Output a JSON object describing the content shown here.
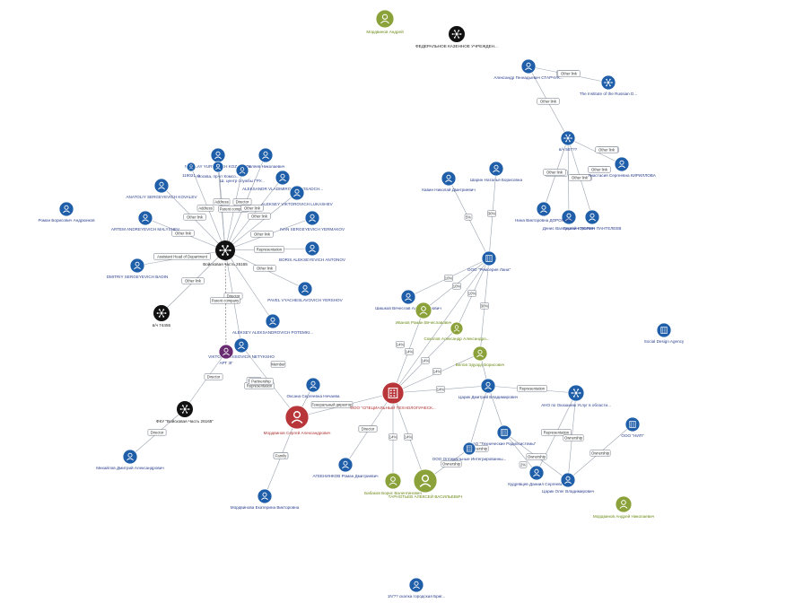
{
  "colors": {
    "person": "#1f5ea8",
    "org": "#1f5ea8",
    "hub": "#111111",
    "green": "#8ba23a",
    "red": "#b8353a",
    "purple": "#6a2c70",
    "edge": "#9aa3b0"
  },
  "nodes": [
    {
      "id": "mord1",
      "label": "Мордвинов Андрей",
      "type": "person",
      "color": "green"
    },
    {
      "id": "fku_top",
      "label": "ФЕДЕРАЛЬНОЕ КАЗЕННОЕ УЧРЕЖДЕН...",
      "type": "hub",
      "color": "hub"
    },
    {
      "id": "star",
      "label": "Александр Геннадьевич СТАРЧУК...",
      "type": "person",
      "color": "person"
    },
    {
      "id": "inst",
      "label": "The Institute of the Russian D...",
      "type": "hub",
      "color": "person"
    },
    {
      "id": "vch3",
      "label": "в/ч 56???",
      "type": "hub",
      "color": "person"
    },
    {
      "id": "kir",
      "label": "Анастасия Сергеевна КИРИЛЛОВА",
      "type": "person",
      "color": "person"
    },
    {
      "id": "pan",
      "label": "Сергей Юрьевич ПАНТЕЛЕЕВ",
      "type": "person",
      "color": "person"
    },
    {
      "id": "tyur",
      "label": "Денис Валерьевич ТЮРИН",
      "type": "person",
      "color": "person"
    },
    {
      "id": "dor",
      "label": "Нина Викторовна ДОРОХОВА",
      "type": "person",
      "color": "person"
    },
    {
      "id": "kaz",
      "label": "Кавин Николай Дмитриевич",
      "type": "person",
      "color": "person"
    },
    {
      "id": "sham",
      "label": "Шарин Наталья Борисовна",
      "type": "person",
      "color": "person"
    },
    {
      "id": "rem",
      "label": "ООО \"Ремсерия Лана\"",
      "type": "org",
      "color": "person"
    },
    {
      "id": "shysh",
      "label": "Шишков Вячеслав Александрович",
      "type": "person",
      "color": "person"
    },
    {
      "id": "ivan",
      "label": "Иванов Роман Вячеславович",
      "type": "person",
      "color": "green"
    },
    {
      "id": "sokol",
      "label": "Соколов Александр Александро...",
      "type": "person",
      "color": "green"
    },
    {
      "id": "bel",
      "label": "Белов Эдуард Борисович",
      "type": "person",
      "color": "green"
    },
    {
      "id": "spec",
      "label": "ООО \"СПЕЦИАЛЬНЫЙ ТЕХНОЛОГИЧЕСК...",
      "type": "org",
      "color": "red"
    },
    {
      "id": "tsar",
      "label": "Царик Дмитрий Владимирович",
      "type": "person",
      "color": "person"
    },
    {
      "id": "ano",
      "label": "АНО по Оказанию Услуг в области...",
      "type": "hub",
      "color": "person"
    },
    {
      "id": "nipt",
      "label": "ООО \"НИП\"",
      "type": "org",
      "color": "person"
    },
    {
      "id": "ao",
      "label": "АО \"Технические Радиосистемы\"",
      "type": "org",
      "color": "person"
    },
    {
      "id": "ooo_opt",
      "label": "ООО Оптимальные Интегрированны...",
      "type": "org",
      "color": "person"
    },
    {
      "id": "kud",
      "label": "Кудрявцев Даниил Сергеевич",
      "type": "person",
      "color": "person"
    },
    {
      "id": "tsaroleg",
      "label": "Царик Олег Владимирович",
      "type": "person",
      "color": "person"
    },
    {
      "id": "mord2",
      "label": "Мордвинов Андрей Николаевич",
      "type": "person",
      "color": "green"
    },
    {
      "id": "sda",
      "label": "Social Design Agency",
      "type": "org",
      "color": "person"
    },
    {
      "id": "ageev",
      "label": "АГЕЕНИНКОВ Роман Дмитриевич",
      "type": "person",
      "color": "person"
    },
    {
      "id": "baiba",
      "label": "Бабаков Борис Валентинович",
      "type": "person",
      "color": "green"
    },
    {
      "id": "tarn",
      "label": "ТАРНОТЬЕВ АЛЕКСЕЙ ВАСИЛЬЕВИЧ",
      "type": "person",
      "color": "green"
    },
    {
      "id": "mord_s",
      "label": "Мордвинов Сергей Александрович",
      "type": "person",
      "color": "red"
    },
    {
      "id": "mord_e",
      "label": "Мордвинова Екатерина Викторовна",
      "type": "person",
      "color": "person"
    },
    {
      "id": "oks",
      "label": "Оксана Сергеевна Нечаева",
      "type": "person",
      "color": "person"
    },
    {
      "id": "viktor",
      "label": "VIKTOR BORISOVICH NETYKSHO",
      "type": "person",
      "color": "person"
    },
    {
      "id": "apt",
      "label": "АРТ 3Г",
      "type": "person",
      "color": "purple"
    },
    {
      "id": "fku26",
      "label": "ФКУ \"Войсковая Часть 26165\"",
      "type": "hub",
      "color": "hub"
    },
    {
      "id": "mikh",
      "label": "Михайлов Дмитрий Александрович",
      "type": "person",
      "color": "person"
    },
    {
      "id": "vch_hub",
      "label": "Войсковая часть 26165",
      "type": "hub",
      "color": "hub"
    },
    {
      "id": "vch74",
      "label": "в/ч 74455",
      "type": "hub",
      "color": "hub"
    },
    {
      "id": "badin",
      "label": "DMITRIY SERGEYEVICH BADIN",
      "type": "person",
      "color": "person"
    },
    {
      "id": "kovalev",
      "label": "ANATOLIY SERGEYEVICH KOVALEV",
      "type": "person",
      "color": "person"
    },
    {
      "id": "malysh",
      "label": "ARTEM ANDREYEVICH MALYSHEV",
      "type": "person",
      "color": "person"
    },
    {
      "id": "kozach",
      "label": "NIKOLAY YURYEVICH KOZACHEK",
      "type": "person",
      "color": "person"
    },
    {
      "id": "moscow",
      "label": "Москва, пр-кт Комсо...",
      "type": "person",
      "color": "person"
    },
    {
      "id": "addr2",
      "label": "119021, г.",
      "type": "person",
      "color": "person"
    },
    {
      "id": "bel_nik",
      "label": "Беляев Николаевич",
      "type": "person",
      "color": "person"
    },
    {
      "id": "osad",
      "label": "ALEKSANDR VLADIMIROVICH OSADCH...",
      "type": "person",
      "color": "person"
    },
    {
      "id": "lukash",
      "label": "ALEKSEY VIKTOROVICH LUKASHEV",
      "type": "person",
      "color": "person"
    },
    {
      "id": "yermak",
      "label": "IVAN SERGEYEVICH YERMAKOV",
      "type": "person",
      "color": "person"
    },
    {
      "id": "antonov",
      "label": "BORIS ALEKSEYEVICH ANTONOV",
      "type": "person",
      "color": "person"
    },
    {
      "id": "yershov",
      "label": "PAVEL VYACHESLAVOVICH YERSHOV",
      "type": "person",
      "color": "person"
    },
    {
      "id": "potemk",
      "label": "ALEKSEY ALEKSANDROVICH POTEMKI...",
      "type": "person",
      "color": "person"
    },
    {
      "id": "roman_a",
      "label": "Роман Борисович Андрюнков",
      "type": "person",
      "color": "person"
    },
    {
      "id": "bottom",
      "label": "1N'?? скалка городская Бриг...",
      "type": "person",
      "color": "person"
    },
    {
      "id": "gru",
      "label": "Ш. центр службы ГРУ...",
      "type": "person",
      "color": "person"
    }
  ],
  "edge_labels": [
    "Other link",
    "Other link",
    "Other link",
    "Other link",
    "Other link",
    "Other link",
    "Address",
    "Address",
    "Director",
    "Parent company",
    "Other link",
    "Other link",
    "Other link",
    "Other link",
    "Representation",
    "Other link",
    "Other link",
    "Assistant Head of Department",
    "Other link",
    "Director",
    "Parent company",
    "Director",
    "Family",
    "Director",
    "Representation",
    "Director",
    "Family",
    "Member",
    "Partnership",
    "Генеральный директор",
    "Director",
    "Family",
    "5%",
    "30%",
    "10%",
    "10%",
    "10%",
    "30%",
    "14%",
    "14%",
    "14%",
    "14%",
    "14%",
    "14%",
    "14%",
    "Representation",
    "Representation",
    "Ownership",
    "Ownership",
    "Ownership",
    "Ownership",
    "2%",
    "Ownership",
    "Other link",
    "Other link",
    "Other link",
    "Other link",
    "Other link"
  ]
}
